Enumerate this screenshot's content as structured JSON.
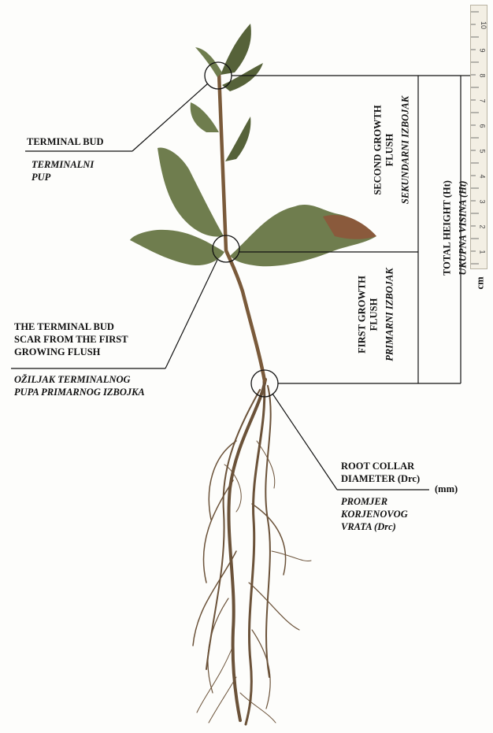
{
  "labels": {
    "terminal_bud_en": "TERMINAL BUD",
    "terminal_bud_hr_1": "TERMINALNI",
    "terminal_bud_hr_2": "PUP",
    "scar_en_1": "THE TERMINAL BUD",
    "scar_en_2": "SCAR FROM THE FIRST",
    "scar_en_3": "GROWING FLUSH",
    "scar_hr_1": "OŽILJAK TERMINALNOG",
    "scar_hr_2": "PUPA  PRIMARNOG IZBOJKA",
    "rcd_en_1": "ROOT COLLAR",
    "rcd_en_2": "DIAMETER (Drc)",
    "rcd_unit": "(mm)",
    "rcd_hr_1": "PROMJER",
    "rcd_hr_2": "KORJENOVOG",
    "rcd_hr_3": "VRATA (Drc)",
    "second_flush_en_1": "SECOND GROWTH",
    "second_flush_en_2": "FLUSH",
    "second_flush_hr": "SEKUNDARNI IZBOJAK",
    "first_flush_en_1": "FIRST GROWTH",
    "first_flush_en_2": "FLUSH",
    "first_flush_hr": "PRIMARNI IZBOJAK",
    "total_height_en": "TOTAL HEIGHT (Ht)",
    "total_height_hr": "UKUPNA VISINA (Ht)",
    "ruler_unit": "cm"
  },
  "ruler_ticks": [
    "10",
    "9",
    "8",
    "7",
    "6",
    "5",
    "4",
    "3",
    "2",
    "1"
  ],
  "colors": {
    "leaf": "#6f7d4e",
    "leaf_dark": "#566239",
    "leaf_brown": "#8a5a3c",
    "stem": "#7a5a3a",
    "root": "#6b5239",
    "line": "#111111"
  }
}
